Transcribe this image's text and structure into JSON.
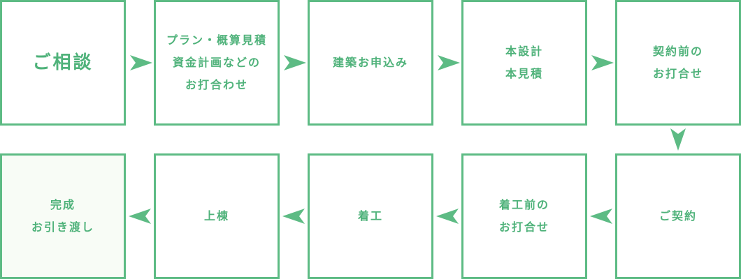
{
  "colors": {
    "accent": "#5dbb84",
    "text": "#4fb27a",
    "final_background": "#f8fcf6"
  },
  "steps": [
    {
      "lines": [
        "ご相談"
      ]
    },
    {
      "lines": [
        "プラン・概算見積",
        "資金計画などの",
        "お打合わせ"
      ]
    },
    {
      "lines": [
        "建築お申込み"
      ]
    },
    {
      "lines": [
        "本設計",
        "本見積"
      ]
    },
    {
      "lines": [
        "契約前の",
        "お打合せ"
      ]
    },
    {
      "lines": [
        "ご契約"
      ]
    },
    {
      "lines": [
        "着工前の",
        "お打合せ"
      ]
    },
    {
      "lines": [
        "着工"
      ]
    },
    {
      "lines": [
        "上棟"
      ]
    },
    {
      "lines": [
        "完成",
        "お引き渡し"
      ]
    }
  ],
  "arrows": [
    {
      "from": 1,
      "to": 2,
      "direction": "right"
    },
    {
      "from": 2,
      "to": 3,
      "direction": "right"
    },
    {
      "from": 3,
      "to": 4,
      "direction": "right"
    },
    {
      "from": 4,
      "to": 5,
      "direction": "right"
    },
    {
      "from": 5,
      "to": 6,
      "direction": "down"
    },
    {
      "from": 6,
      "to": 7,
      "direction": "left"
    },
    {
      "from": 7,
      "to": 8,
      "direction": "left"
    },
    {
      "from": 8,
      "to": 9,
      "direction": "left"
    },
    {
      "from": 9,
      "to": 10,
      "direction": "left"
    }
  ]
}
